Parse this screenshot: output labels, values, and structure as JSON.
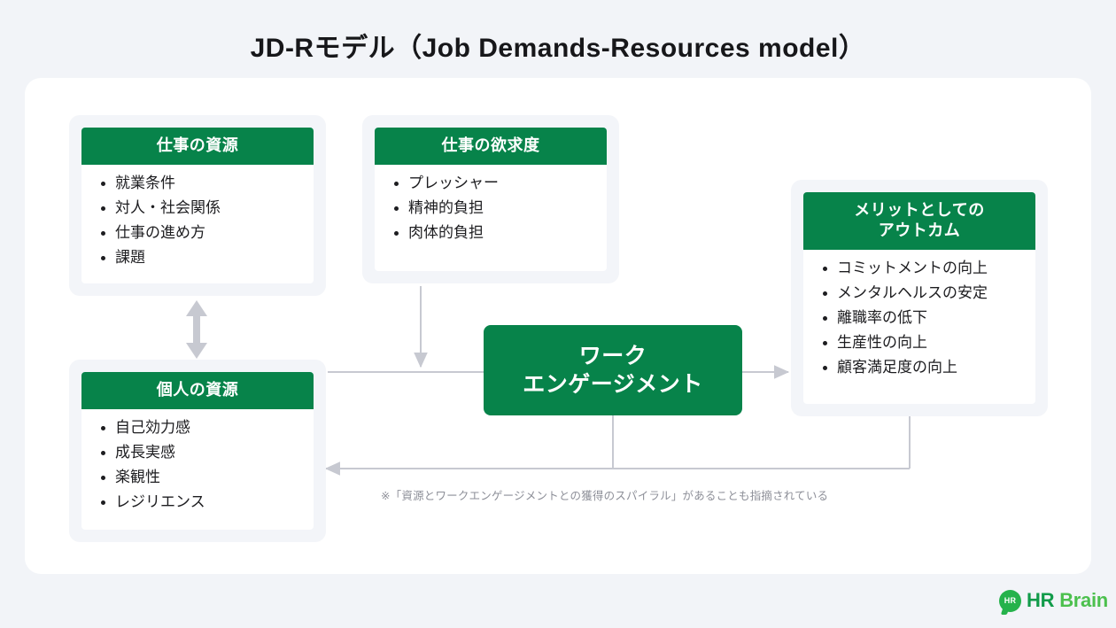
{
  "title": "JD-Rモデル（Job Demands-Resources model）",
  "colors": {
    "page_background": "#f2f4f8",
    "panel_background": "#ffffff",
    "card_background": "#f3f5f9",
    "header_green": "#07834a",
    "arrow_gray": "#c7c9d1",
    "note_gray": "#8d8f98",
    "logo_dark_green": "#129b4a",
    "logo_light_green": "#4cc04e"
  },
  "boxes": {
    "job_resources": {
      "header": "仕事の資源",
      "items": [
        "就業条件",
        "対人・社会関係",
        "仕事の進め方",
        "課題"
      ]
    },
    "job_demands": {
      "header": "仕事の欲求度",
      "items": [
        "プレッシャー",
        "精神的負担",
        "肉体的負担"
      ]
    },
    "personal_resources": {
      "header": "個人の資源",
      "items": [
        "自己効力感",
        "成長実感",
        "楽観性",
        "レジリエンス"
      ]
    },
    "outcomes": {
      "header_line1": "メリットとしての",
      "header_line2": "アウトカム",
      "items": [
        "コミットメントの向上",
        "メンタルヘルスの安定",
        "離職率の低下",
        "生産性の向上",
        "顧客満足度の向上"
      ]
    },
    "work_engagement": {
      "line1": "ワーク",
      "line2": "エンゲージメント"
    }
  },
  "note": "※「資源とワークエンゲージメントとの獲得のスパイラル」があることも指摘されている",
  "logo": {
    "mark_text": "HR",
    "word_first": "HR",
    "word_second": "Brain"
  }
}
